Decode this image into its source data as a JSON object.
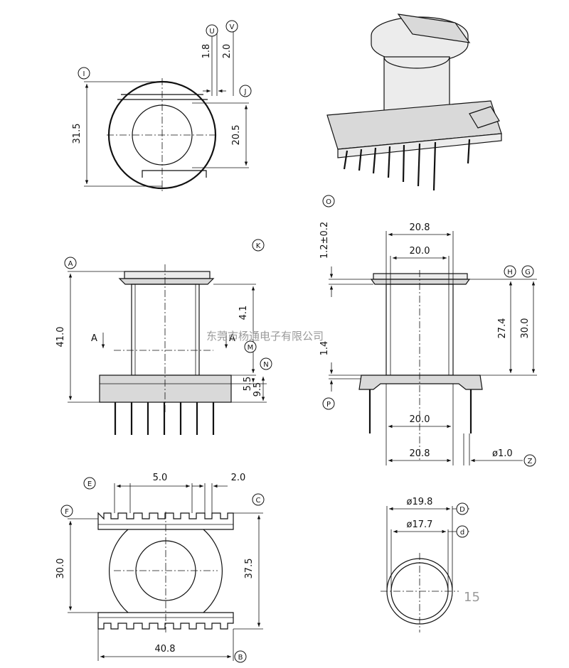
{
  "watermark": "东莞市杨通电子有限公司",
  "page_number": "15",
  "dims": {
    "top_h_31_5": "31.5",
    "top_h_20_5": "20.5",
    "top_1_8": "1.8",
    "top_2_0": "2.0",
    "side_41_0": "41.0",
    "side_4_1": "4.1",
    "side_5_5": "5.5",
    "side_9_5": "9.5",
    "section_mark": "A",
    "right_20_8_top": "20.8",
    "right_20_0_top": "20.0",
    "right_1_2": "1.2±0.2",
    "right_27_4": "27.4",
    "right_30_0": "30.0",
    "right_1_4": "1.4",
    "right_20_0_bottom": "20.0",
    "right_20_8_bottom": "20.8",
    "right_pin_dia": "ø1.0",
    "bottom_5_0": "5.0",
    "bottom_2_0": "2.0",
    "bottom_30_0": "30.0",
    "bottom_37_5": "37.5",
    "bottom_40_8": "40.8",
    "circle_19_8": "ø19.8",
    "circle_17_7": "ø17.7"
  },
  "bubbles": {
    "I": "I",
    "U": "U",
    "V": "V",
    "J": "J",
    "A": "A",
    "K": "K",
    "M": "M",
    "N": "N",
    "O": "O",
    "H": "H",
    "G": "G",
    "P": "P",
    "Z": "Z",
    "E": "E",
    "F": "F",
    "C": "C",
    "B": "B",
    "D": "D",
    "d": "d"
  }
}
